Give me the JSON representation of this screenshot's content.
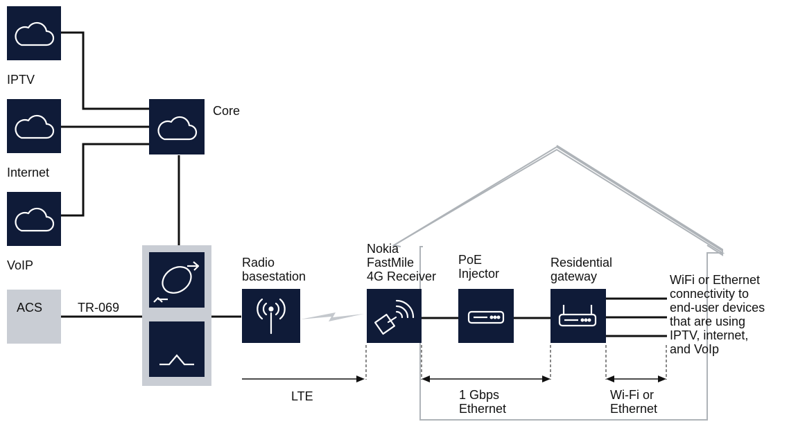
{
  "colors": {
    "node_fill": "#0f1b38",
    "house_line": "#aeb3b8",
    "box_gray": "#c9cdd4",
    "line": "#111111",
    "icon_stroke": "#ffffff"
  },
  "nodes": {
    "iptv": {
      "label": "IPTV",
      "icon": "cloud-icon"
    },
    "internet": {
      "label": "Internet",
      "icon": "cloud-icon"
    },
    "voip": {
      "label": "VoIP",
      "icon": "cloud-icon"
    },
    "core": {
      "label": "Core",
      "icon": "cloud-icon"
    },
    "acs": {
      "label": "ACS"
    },
    "aggregation_top": {
      "icon": "sync-arrows-icon"
    },
    "aggregation_bottom": {
      "icon": "switch-icon"
    },
    "radio": {
      "label_line1": "Radio",
      "label_line2": "basestation",
      "icon": "antenna-icon"
    },
    "receiver": {
      "label_line1": "Nokia",
      "label_line2": "FastMile",
      "label_line3": "4G Receiver",
      "icon": "satellite-dish-icon"
    },
    "poe": {
      "label_line1": "PoE",
      "label_line2": "Injector",
      "icon": "injector-icon"
    },
    "gateway": {
      "label_line1": "Residential",
      "label_line2": "gateway",
      "icon": "router-icon"
    }
  },
  "links": {
    "tr069": "TR-069"
  },
  "measurements": {
    "lte": "LTE",
    "ethernet_line1": "1 Gbps",
    "ethernet_line2": "Ethernet",
    "wifi_line1": "Wi-Fi or",
    "wifi_line2": "Ethernet"
  },
  "end_user_note": {
    "line1": "WiFi or Ethernet",
    "line2": "connectivity to",
    "line3": "end-user devices",
    "line4": "that are using",
    "line5": "IPTV, internet,",
    "line6": "and VoIp"
  }
}
